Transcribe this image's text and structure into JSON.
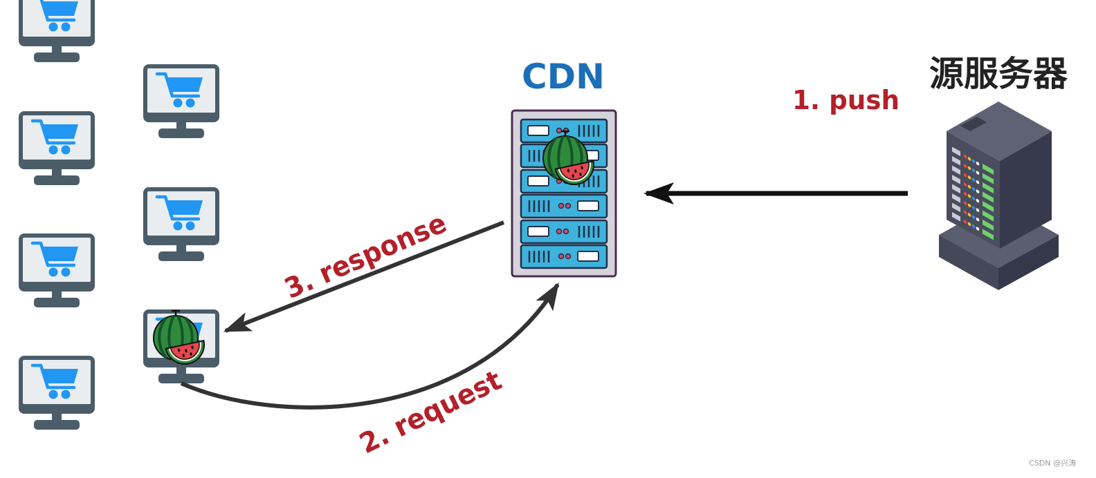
{
  "labels": {
    "cdn": "CDN",
    "origin_server": "源服务器",
    "step_push": "1. push",
    "step_request": "2. request",
    "step_response": "3. response"
  },
  "watermark": "CSDN @兴涛",
  "icons": {
    "client": "monitor-with-shopping-cart-icon",
    "content": "watermelon-icon",
    "edge_server": "server-rack-icon",
    "origin": "server-tower-icon"
  },
  "colors": {
    "step_label": "#b3202a",
    "cdn_label": "#1b6fb8",
    "origin_label": "#222222",
    "cart": "#2196f3",
    "monitor": "#4b5d69"
  }
}
